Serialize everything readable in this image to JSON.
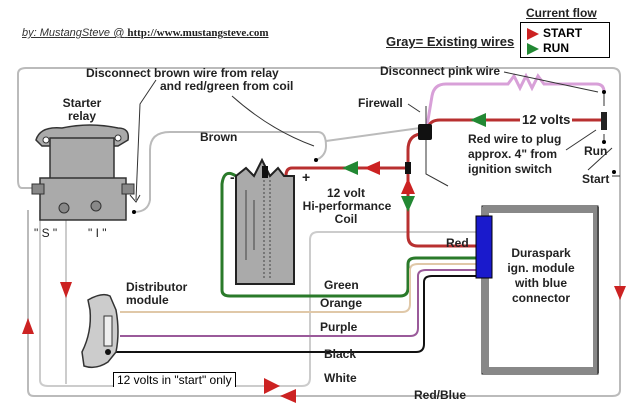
{
  "credit": {
    "author": "by: MustangSteve @",
    "url": "http://www.mustangsteve.com"
  },
  "legend": {
    "gray_note": "Gray= Existing wires",
    "title": "Current flow",
    "items": [
      {
        "label": "START",
        "color": "#cc2222"
      },
      {
        "label": "RUN",
        "color": "#228833"
      }
    ]
  },
  "annotations": {
    "disconnect_brown_1": "Disconnect brown wire from relay",
    "disconnect_brown_2": "and red/green from coil",
    "disconnect_pink": "Disconnect pink wire",
    "firewall": "Firewall",
    "twelve_volts": "12 volts",
    "red_wire_1": "Red wire to plug",
    "red_wire_2": "approx. 4\" from",
    "red_wire_3": "ignition switch",
    "run": "Run",
    "start": "Start",
    "start_only": "12 volts in \"start\" only"
  },
  "components": {
    "starter_relay_1": "Starter",
    "starter_relay_2": "relay",
    "terminal_s": "\" S \"",
    "terminal_i": "\" I \"",
    "coil_1": "12 volt",
    "coil_2": "Hi-performance",
    "coil_3": "Coil",
    "coil_minus": "-",
    "coil_plus": "+",
    "distributor_1": "Distributor",
    "distributor_2": "module",
    "duraspark_1": "Duraspark",
    "duraspark_2": "ign. module",
    "duraspark_3": "with blue",
    "duraspark_4": "connector"
  },
  "wires": {
    "brown": "Brown",
    "red": "Red",
    "green": "Green",
    "orange": "Orange",
    "purple": "Purple",
    "black": "Black",
    "white": "White",
    "red_blue": "Red/Blue"
  },
  "colors": {
    "existing": "#bbbbbb",
    "red": "#b83030",
    "pink": "#d8a0d8",
    "green": "#2a7a2a",
    "orange": "#e0c8a8",
    "purple": "#9a5a9a",
    "black": "#111111",
    "blue": "#1a1acc",
    "arrow_red": "#cc2222",
    "arrow_green": "#228833"
  }
}
